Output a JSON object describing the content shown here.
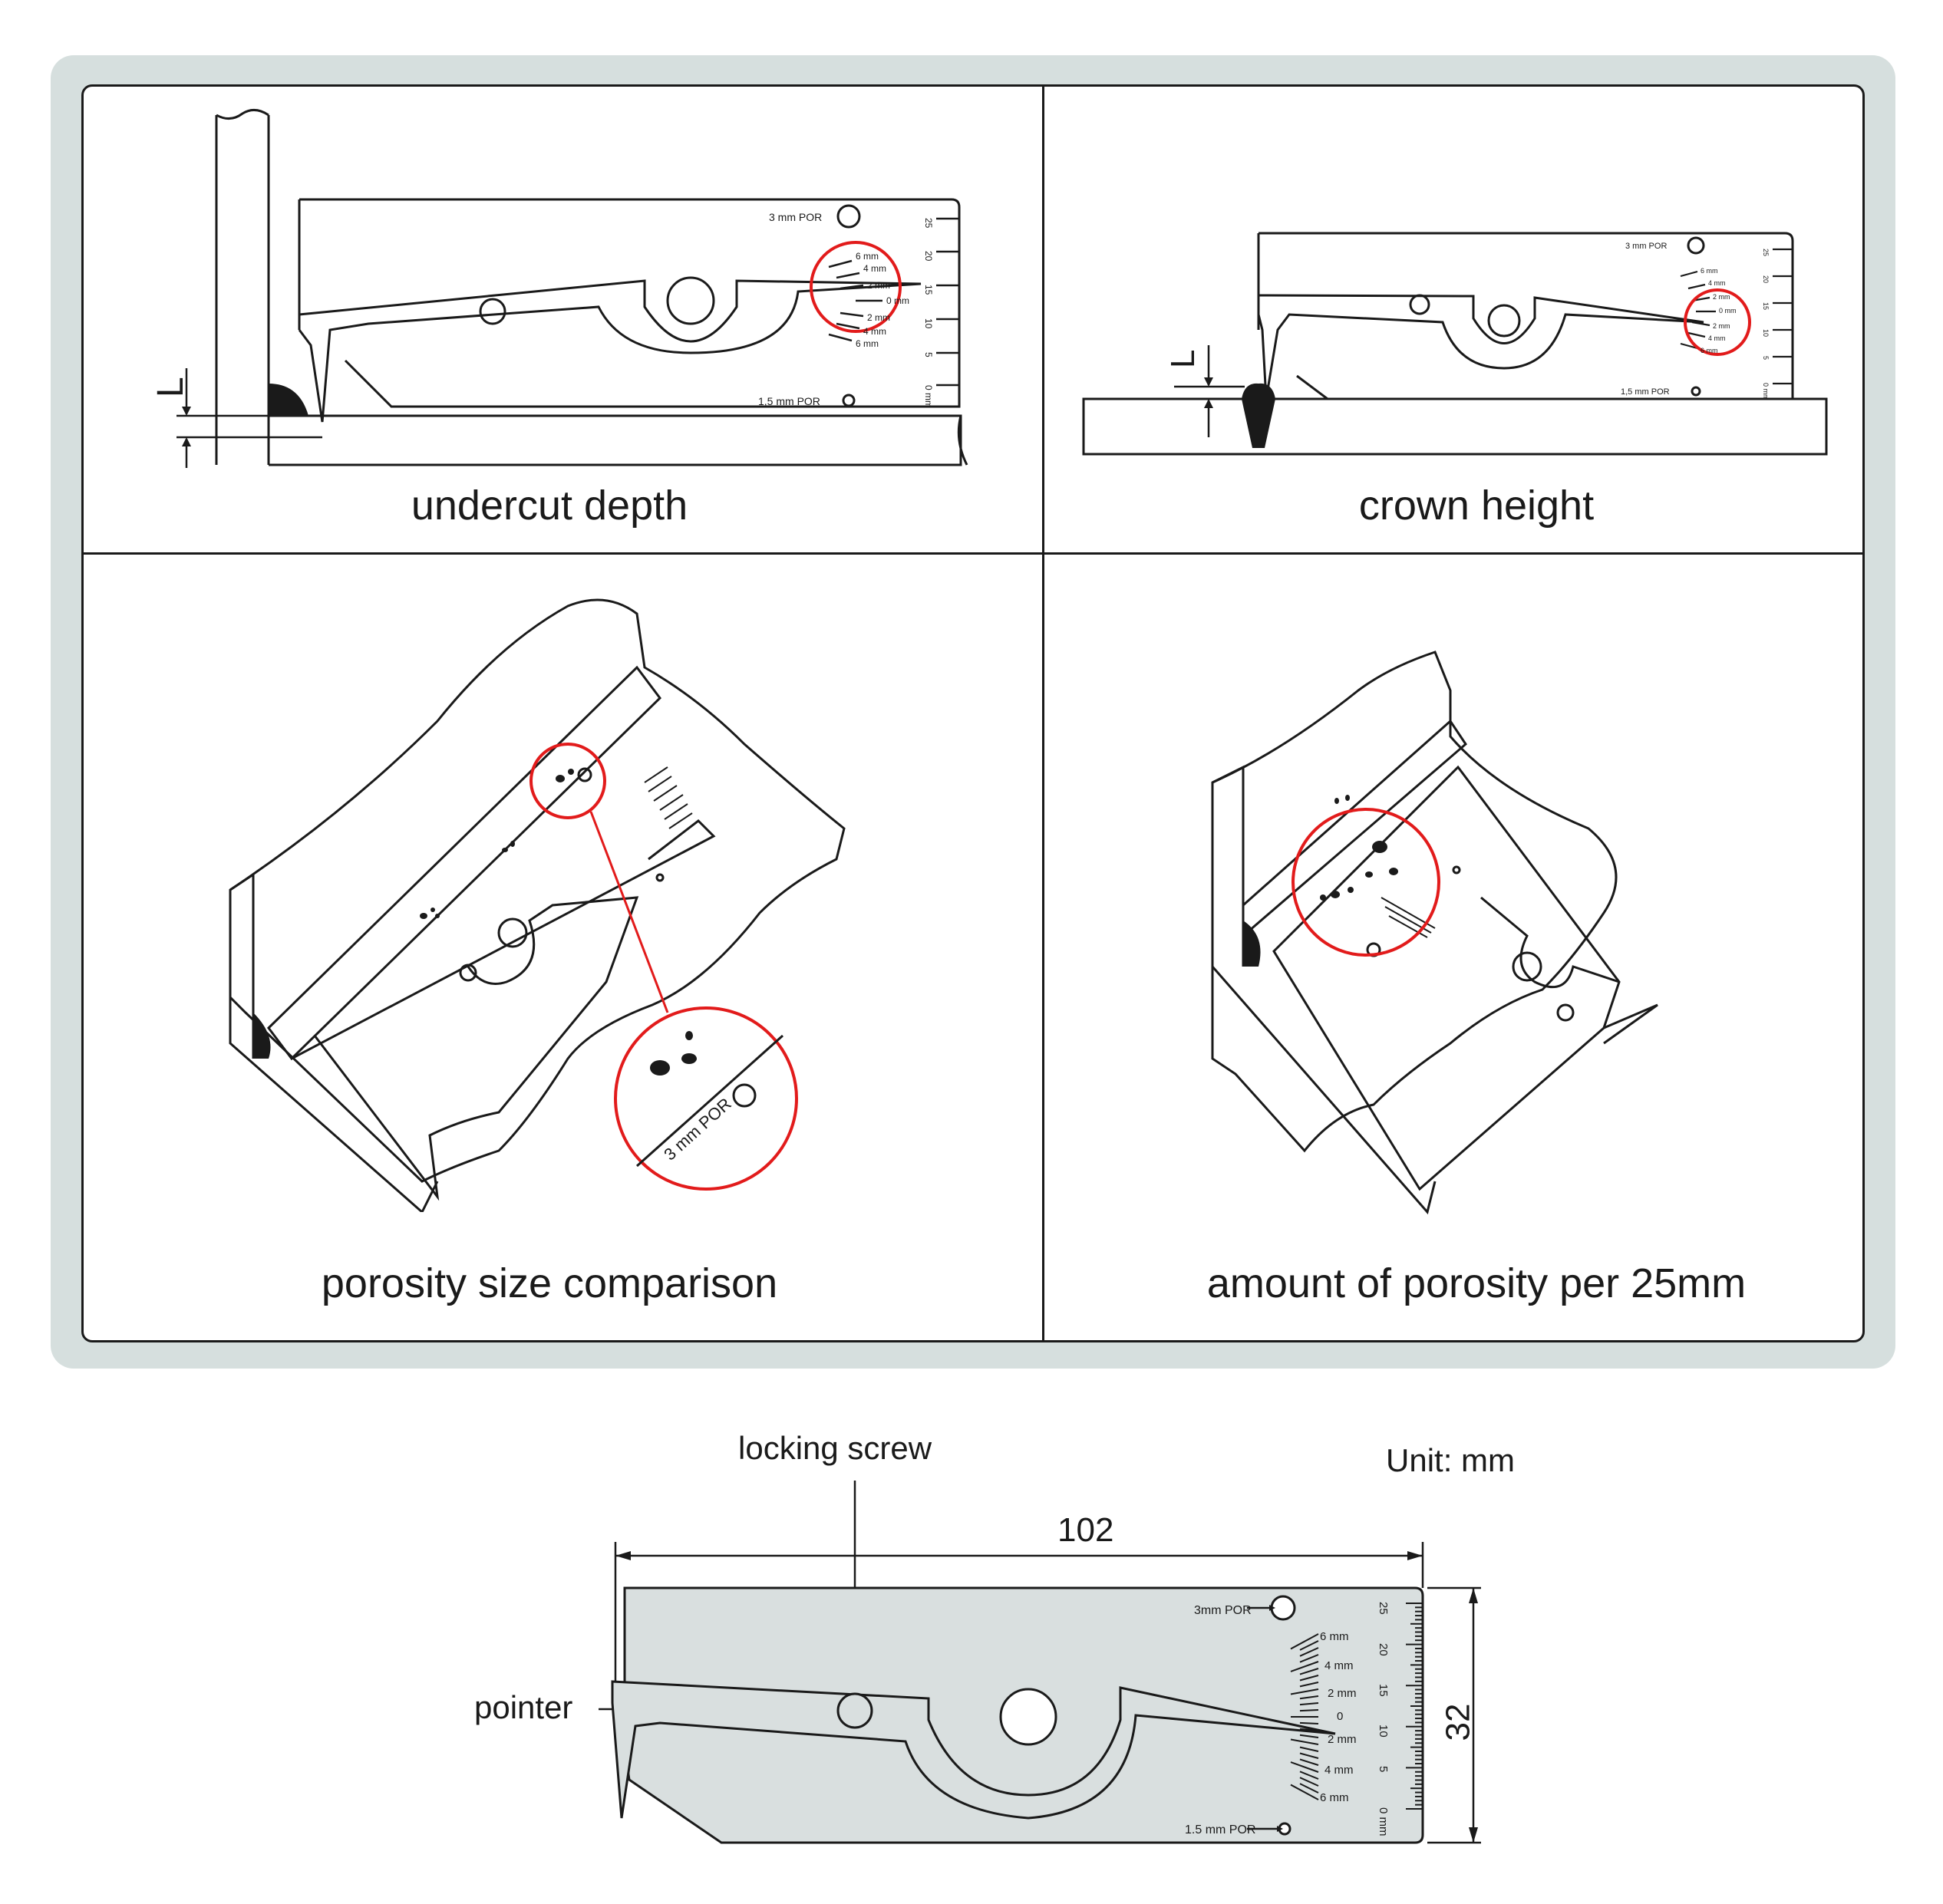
{
  "panels": {
    "undercut": {
      "caption": "undercut depth",
      "por_top": "3 mm POR",
      "por_bottom": "1,5 mm POR",
      "scale_labels": [
        "6 mm",
        "4 mm",
        "2 mm",
        "0 mm",
        "2 mm",
        "4 mm",
        "6 mm"
      ],
      "ruler_labels": [
        "25",
        "20",
        "15",
        "10",
        "5",
        "0 mm"
      ],
      "dimension_letter": "L"
    },
    "crown": {
      "caption": "crown height",
      "por_top": "3 mm POR",
      "por_bottom": "1,5 mm POR",
      "scale_labels": [
        "6 mm",
        "4 mm",
        "2 mm",
        "0 mm",
        "2 mm",
        "4 mm",
        "6 mm"
      ],
      "ruler_labels": [
        "25",
        "20",
        "15",
        "10",
        "5",
        "0 mm"
      ],
      "dimension_letter": "L"
    },
    "porosity_size": {
      "caption": "porosity size comparison",
      "zoom_label": "3 mm POR"
    },
    "porosity_amount": {
      "caption": "amount of porosity per 25mm"
    }
  },
  "drawing": {
    "unit_label": "Unit: mm",
    "width_dim": "102",
    "height_dim": "32",
    "callout_screw": "locking screw",
    "callout_pointer": "pointer",
    "por_top": "3mm POR",
    "por_bottom": "1.5 mm POR",
    "scale_labels": [
      "6 mm",
      "4 mm",
      "2 mm",
      "0",
      "2 mm",
      "4 mm",
      "6 mm"
    ],
    "ruler_labels": [
      "25",
      "20",
      "15",
      "10",
      "5",
      "0 mm"
    ]
  },
  "colors": {
    "frame": "#d6dfde",
    "highlight_red": "#e21b1b",
    "gauge_fill": "#d9dfdf"
  }
}
